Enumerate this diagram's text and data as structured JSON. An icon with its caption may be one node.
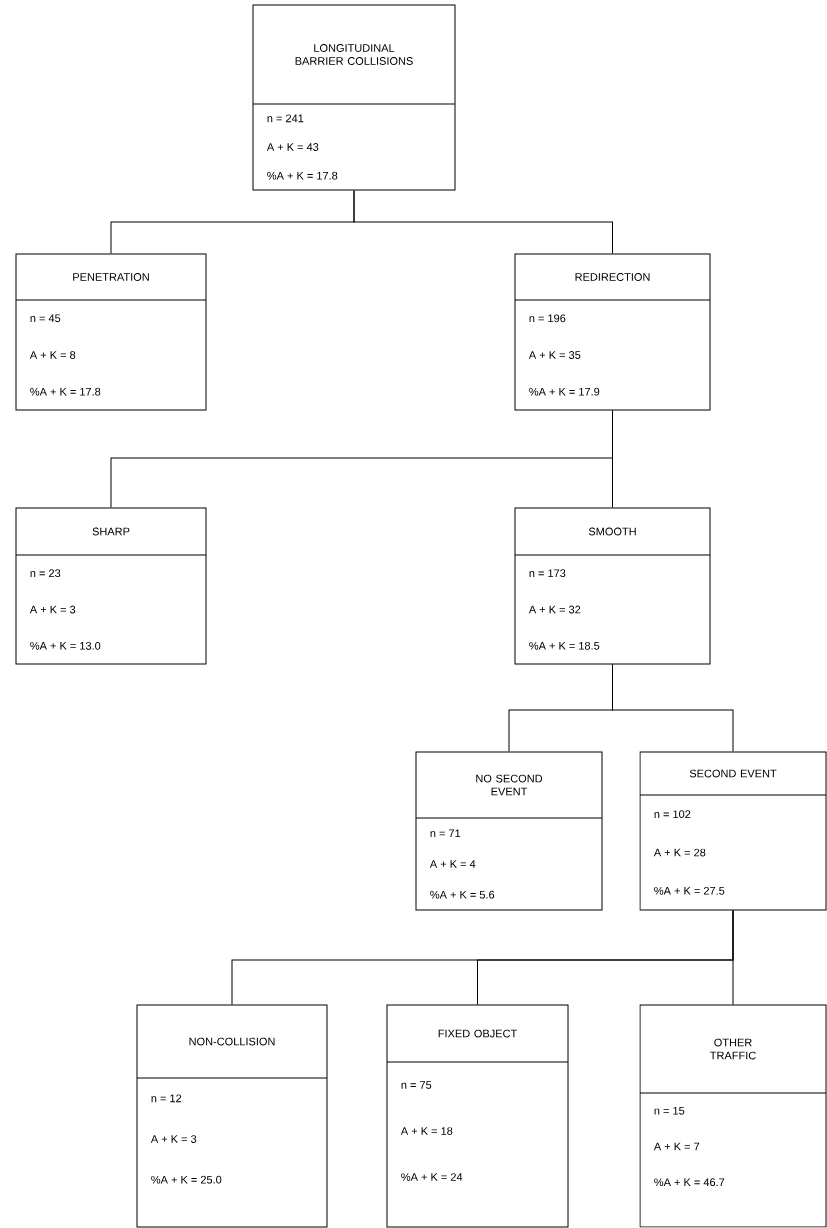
{
  "diagram": {
    "nodes": [
      {
        "text": [
          "LONGITUDINAL BARRIER COLLISIONS",
          "n = 241",
          "A + K = 43",
          "%A + K = 17.8"
        ]
      },
      {
        "text": [
          "PENETRATION",
          "n = 45",
          "A + K = 8",
          "%A + K = 17.8"
        ]
      },
      {
        "text": [
          "REDIRECTION",
          "n = 196",
          "A + K = 35",
          "%A + K = 17.9"
        ]
      },
      {
        "text": [
          "SHARP",
          "n = 23",
          "A + K = 3",
          "%A + K = 13.0"
        ]
      },
      {
        "text": [
          "SMOOTH",
          "n = 173",
          "A + K = 32",
          "%A + K = 18.5"
        ]
      },
      {
        "text": [
          "NO SECOND EVENT",
          "n = 71",
          "A + K = 4",
          "%A + K = 5.6"
        ]
      },
      {
        "text": [
          "SECOND EVENT",
          "n = 102",
          "A + K = 28",
          "%A + K = 27.5"
        ]
      },
      {
        "text": [
          "NON-COLLISION",
          "n = 12",
          "A + K = 3",
          "%A + K = 25.0"
        ]
      },
      {
        "text": [
          "FIXED OBJECT",
          "n = 75",
          "A + K = 18",
          "%A + K = 24"
        ]
      },
      {
        "text": [
          "OTHER TRAFFIC",
          "n = 15",
          "A + K = 7",
          "%A + K = 46.7"
        ]
      }
    ],
    "edges": [
      {
        "from": 0,
        "to": 1,
        "arrow": "none"
      },
      {
        "from": 0,
        "to": 2,
        "arrow": "none"
      },
      {
        "from": 2,
        "to": 3,
        "arrow": "none"
      },
      {
        "from": 2,
        "to": 4,
        "arrow": "none"
      },
      {
        "from": 4,
        "to": 5,
        "arrow": "none"
      },
      {
        "from": 4,
        "to": 6,
        "arrow": "none"
      },
      {
        "from": 6,
        "to": 7,
        "arrow": "none"
      },
      {
        "from": 6,
        "to": 8,
        "arrow": "none"
      },
      {
        "from": 6,
        "to": 9,
        "arrow": "none"
      }
    ]
  }
}
